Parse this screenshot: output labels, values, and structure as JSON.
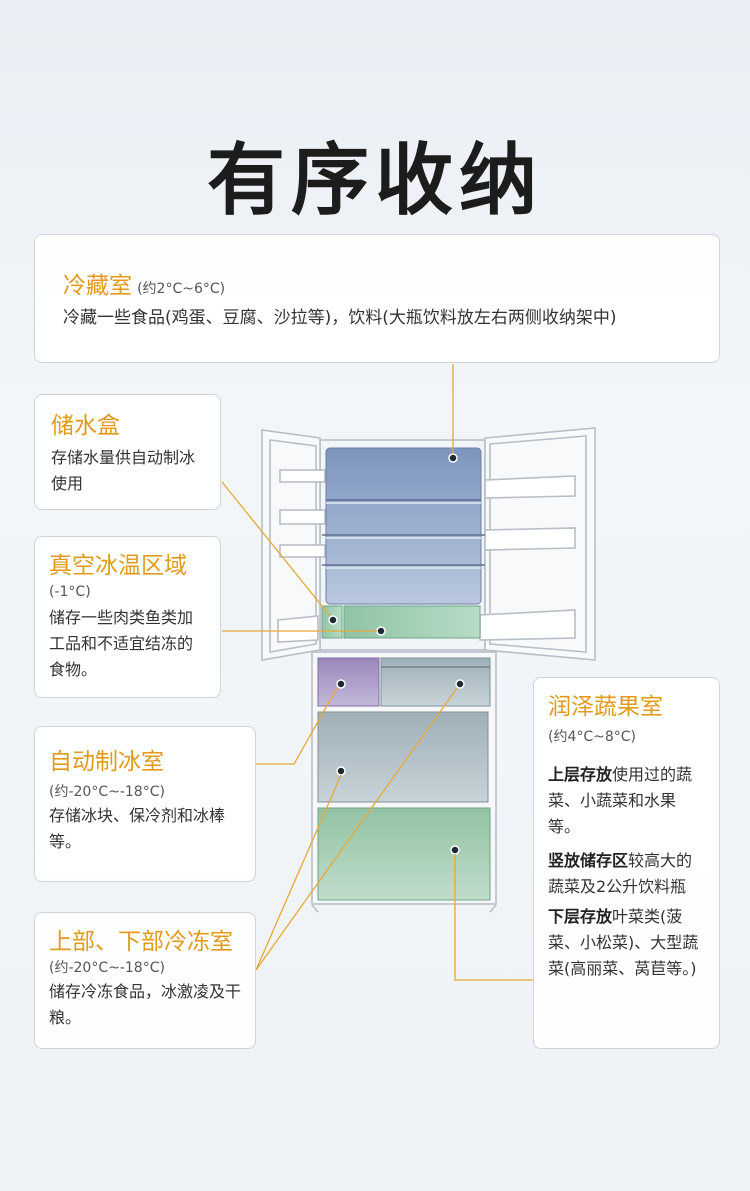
{
  "title": "有序收纳",
  "cards": {
    "fridge": {
      "name": "冷藏室",
      "temp": "(约2°C~6°C)",
      "desc": "冷藏一些食品(鸡蛋、豆腐、沙拉等)，饮料(大瓶饮料放左右两侧收纳架中)"
    },
    "water": {
      "name": "储水盒",
      "desc": "存储水量供自动制冰使用"
    },
    "vacuum": {
      "name": "真空冰温区域",
      "temp": "(-1°C)",
      "desc": "储存一些肉类鱼类加工品和不适宜结冻的食物。"
    },
    "ice": {
      "name": "自动制冰室",
      "temp": "(约-20°C~-18°C)",
      "desc": "存储冰块、保冷剂和冰棒等。"
    },
    "freezer": {
      "name": "上部、下部冷冻室",
      "temp": "(约-20°C~-18°C)",
      "desc": "储存冷冻食品，冰激凌及干粮。"
    },
    "veg": {
      "name": "润泽蔬果室",
      "temp": "(约4°C~8°C)",
      "p1_bold": "上层存放",
      "p1_text": "使用过的蔬菜、小蔬菜和水果等。",
      "p2_bold": "竖放储存区",
      "p2_text": "较高大的蔬菜及2公升饮料瓶",
      "p3_bold": "下层存放",
      "p3_text": "叶菜类(菠菜、小松菜)、大型蔬菜(高丽菜、莴苣等。)"
    }
  },
  "colors": {
    "accent": "#e39a1c",
    "line": "#e8a838",
    "fridge_zone": "#8fa6c8",
    "vacuum_zone": "#9ccbb0",
    "ice_zone": "#a99bc4",
    "freezer_zone": "#a9b6bd",
    "veg_zone": "#a5c9b0"
  }
}
